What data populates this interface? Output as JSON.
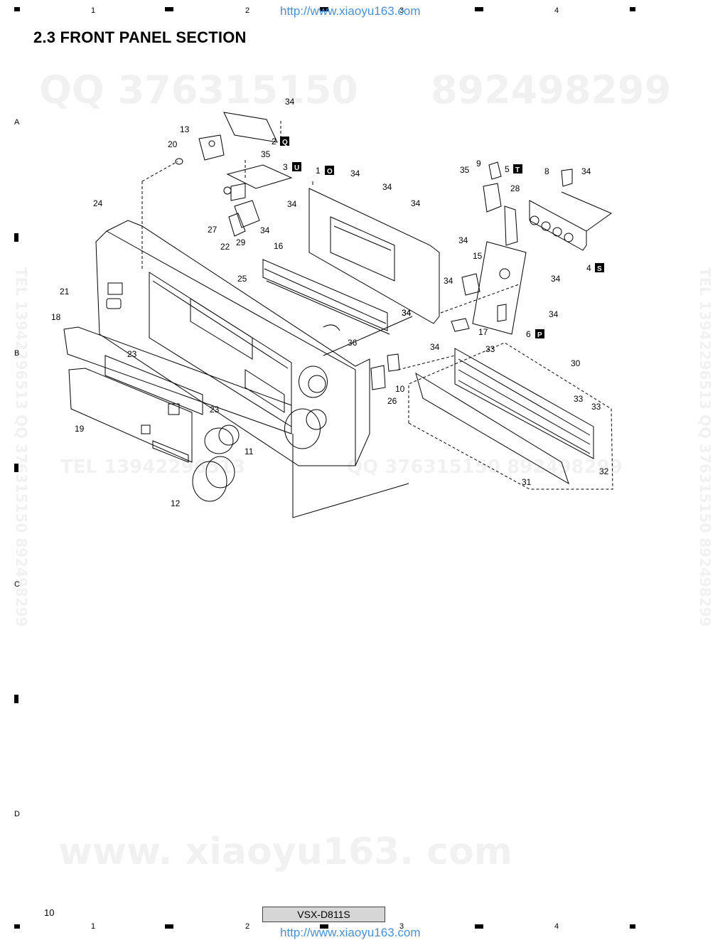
{
  "header": {
    "title": "2.3  FRONT PANEL SECTION",
    "url_top": "http://www.xiaoyu163.com",
    "url_bottom": "http://www.xiaoyu163.com",
    "zones": [
      "1",
      "2",
      "3",
      "4"
    ],
    "rows": [
      "A",
      "B",
      "C",
      "D"
    ]
  },
  "watermarks": {
    "qq_top": "QQ 376315150",
    "qq_top_2": "892498299",
    "tel_mid": "TEL  13942296513",
    "qq_mid": "QQ  376315150  892498299",
    "www_bottom": "www. xiaoyu163. com",
    "vertical_left": "TEL 13942296513  QQ 376315150  892498299",
    "vertical_right": "TEL 13942296513  QQ 376315150  892498299"
  },
  "footer": {
    "page_number": "10",
    "model": "VSX-D811S"
  },
  "diagram": {
    "part_labels": [
      "34",
      "13",
      "2",
      "20",
      "35",
      "3",
      "1",
      "34",
      "34",
      "34",
      "24",
      "34",
      "27",
      "34",
      "22",
      "29",
      "16",
      "25",
      "21",
      "18",
      "23",
      "19",
      "23",
      "11",
      "12",
      "35",
      "9",
      "5",
      "8",
      "34",
      "28",
      "4",
      "34",
      "15",
      "34",
      "34",
      "34",
      "6",
      "17",
      "36",
      "34",
      "33",
      "30",
      "10",
      "26",
      "33",
      "33",
      "32",
      "31"
    ],
    "board_tags": [
      "Q",
      "U",
      "O",
      "T",
      "S",
      "P"
    ]
  }
}
